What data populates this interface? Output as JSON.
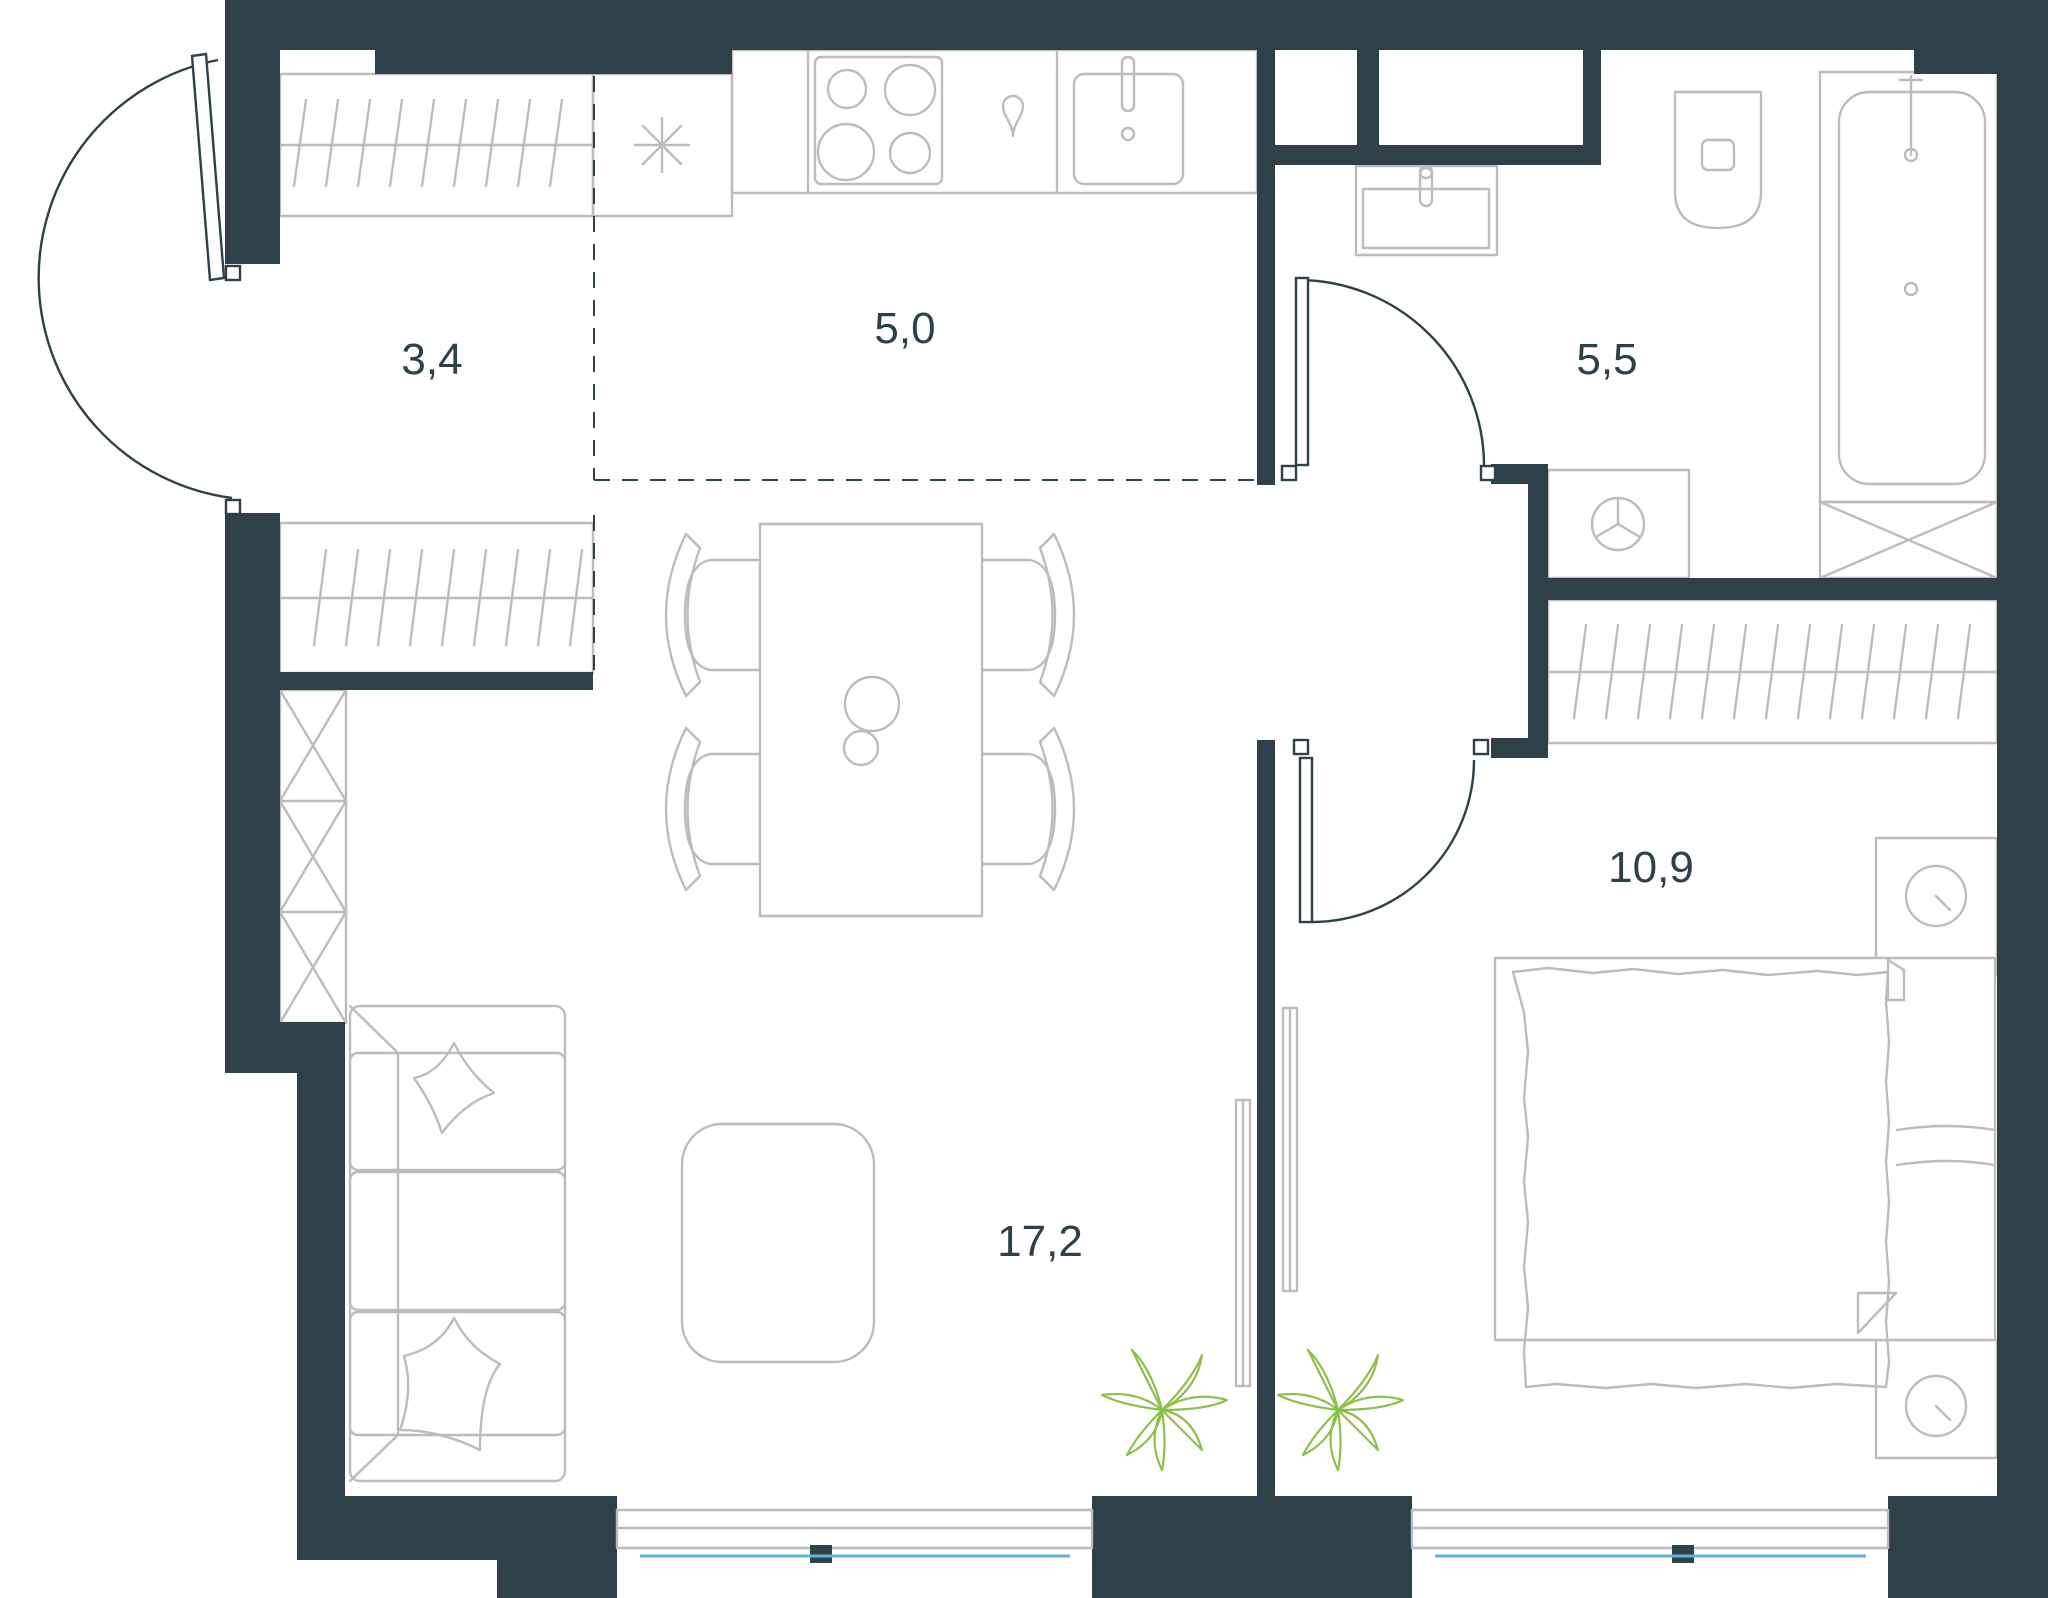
{
  "plan": {
    "colors": {
      "wall": "#2e4148",
      "furniture": "#bcbcbc",
      "plant": "#8cc04a",
      "glazing": "#5fb3dc"
    },
    "rooms": [
      {
        "id": "hall",
        "area": "3,4"
      },
      {
        "id": "kitchen",
        "area": "5,0"
      },
      {
        "id": "bathroom",
        "area": "5,5"
      },
      {
        "id": "bedroom",
        "area": "10,9"
      },
      {
        "id": "living",
        "area": "17,2"
      }
    ]
  }
}
